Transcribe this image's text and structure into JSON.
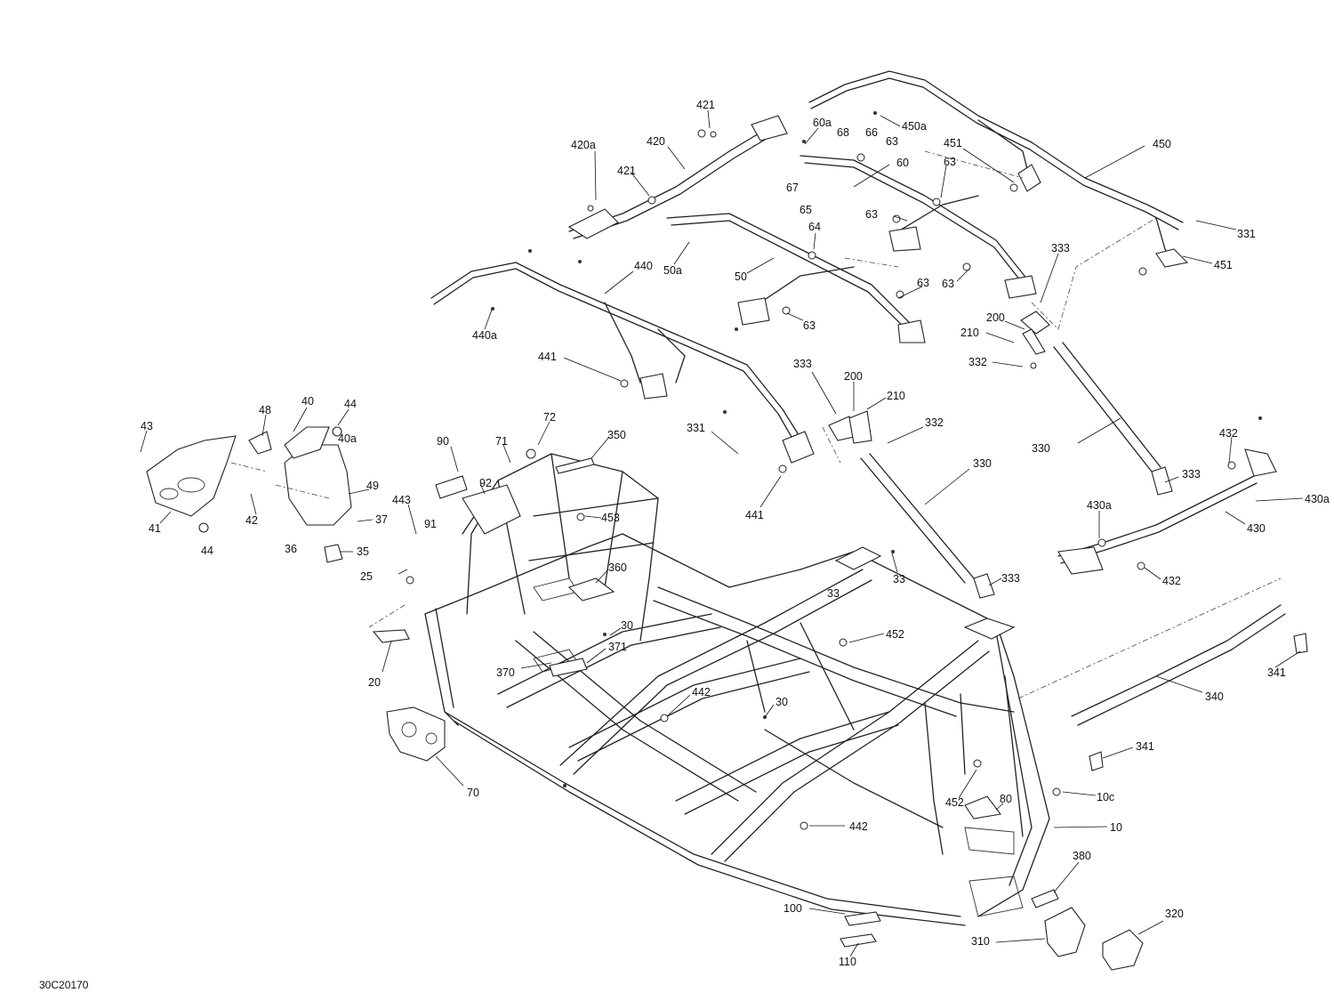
{
  "drawing_code": "30C20170",
  "callouts": [
    {
      "label": "421"
    },
    {
      "label": "420a"
    },
    {
      "label": "420"
    },
    {
      "label": "421"
    },
    {
      "label": "60a"
    },
    {
      "label": "68"
    },
    {
      "label": "66"
    },
    {
      "label": "63"
    },
    {
      "label": "450a"
    },
    {
      "label": "450"
    },
    {
      "label": "451"
    },
    {
      "label": "60"
    },
    {
      "label": "63"
    },
    {
      "label": "67"
    },
    {
      "label": "65"
    },
    {
      "label": "63"
    },
    {
      "label": "64"
    },
    {
      "label": "50a"
    },
    {
      "label": "50"
    },
    {
      "label": "440"
    },
    {
      "label": "440a"
    },
    {
      "label": "63"
    },
    {
      "label": "63"
    },
    {
      "label": "63"
    },
    {
      "label": "331"
    },
    {
      "label": "451"
    },
    {
      "label": "333"
    },
    {
      "label": "200"
    },
    {
      "label": "210"
    },
    {
      "label": "332"
    },
    {
      "label": "441"
    },
    {
      "label": "333"
    },
    {
      "label": "200"
    },
    {
      "label": "210"
    },
    {
      "label": "331"
    },
    {
      "label": "332"
    },
    {
      "label": "330"
    },
    {
      "label": "330"
    },
    {
      "label": "441"
    },
    {
      "label": "48"
    },
    {
      "label": "40"
    },
    {
      "label": "44"
    },
    {
      "label": "40a"
    },
    {
      "label": "43"
    },
    {
      "label": "49"
    },
    {
      "label": "37"
    },
    {
      "label": "42"
    },
    {
      "label": "41"
    },
    {
      "label": "44"
    },
    {
      "label": "36"
    },
    {
      "label": "35"
    },
    {
      "label": "72"
    },
    {
      "label": "71"
    },
    {
      "label": "90"
    },
    {
      "label": "92"
    },
    {
      "label": "350"
    },
    {
      "label": "453"
    },
    {
      "label": "443"
    },
    {
      "label": "91"
    },
    {
      "label": "25"
    },
    {
      "label": "360"
    },
    {
      "label": "33"
    },
    {
      "label": "33"
    },
    {
      "label": "333"
    },
    {
      "label": "432"
    },
    {
      "label": "333"
    },
    {
      "label": "430a"
    },
    {
      "label": "430a"
    },
    {
      "label": "430"
    },
    {
      "label": "432"
    },
    {
      "label": "452"
    },
    {
      "label": "30"
    },
    {
      "label": "371"
    },
    {
      "label": "20"
    },
    {
      "label": "370"
    },
    {
      "label": "442"
    },
    {
      "label": "30"
    },
    {
      "label": "341"
    },
    {
      "label": "340"
    },
    {
      "label": "70"
    },
    {
      "label": "341"
    },
    {
      "label": "452"
    },
    {
      "label": "80"
    },
    {
      "label": "10c"
    },
    {
      "label": "442"
    },
    {
      "label": "10"
    },
    {
      "label": "380"
    },
    {
      "label": "100"
    },
    {
      "label": "320"
    },
    {
      "label": "310"
    },
    {
      "label": "110"
    }
  ]
}
